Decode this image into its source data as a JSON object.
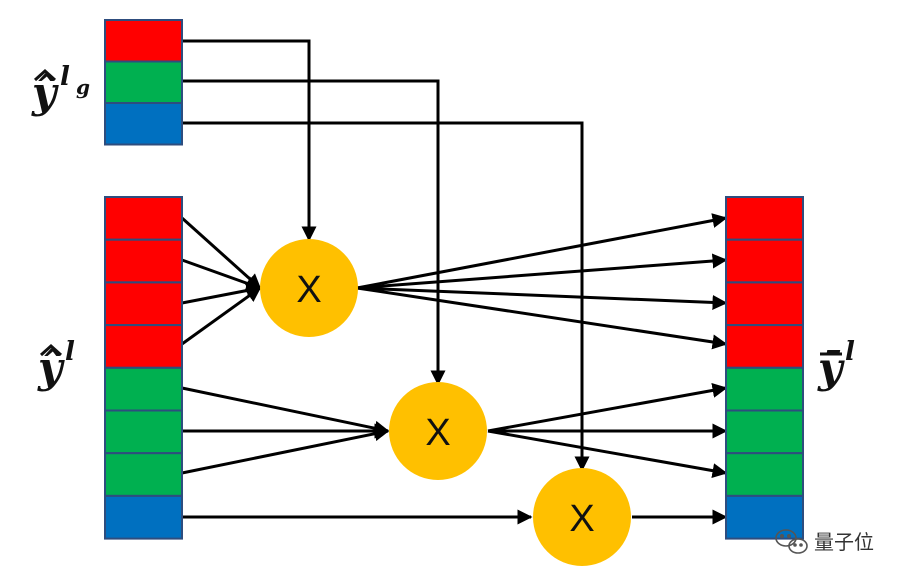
{
  "labels": {
    "global_vector": "ŷ",
    "global_sup": "l",
    "global_sub": "g",
    "input_vector": "ŷ",
    "input_sup": "l",
    "output_vector": "ȳ",
    "output_sup": "l"
  },
  "operators": [
    "X",
    "X",
    "X"
  ],
  "watermark": "量子位",
  "colors": {
    "red": "#ff0000",
    "green": "#00b050",
    "blue": "#0070c0",
    "cell_border": "#2e4d7e",
    "node": "#ffc000",
    "arrow": "#000000"
  },
  "global_vector_cells": [
    "red",
    "green",
    "blue"
  ],
  "input_vector_cells": [
    "red",
    "red",
    "red",
    "red",
    "green",
    "green",
    "green",
    "blue"
  ],
  "output_vector_cells": [
    "red",
    "red",
    "red",
    "red",
    "green",
    "green",
    "green",
    "blue"
  ]
}
